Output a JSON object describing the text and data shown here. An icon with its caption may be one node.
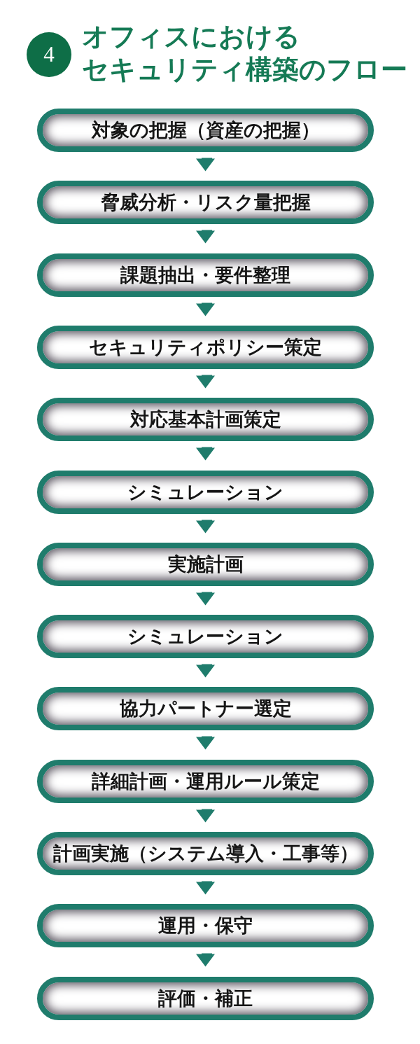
{
  "diagram": {
    "title": "オフィスにおけるセキュリティ構築のフロー",
    "nodes": [
      {
        "text": [
          "4"
        ]
      },
      {
        "text": [
          "対象の把握（資産の把握）"
        ]
      },
      {
        "text": [
          "脅威分析・リスク量把握"
        ]
      },
      {
        "text": [
          "課題抽出・要件整理"
        ]
      },
      {
        "text": [
          "セキュリティポリシー策定"
        ]
      },
      {
        "text": [
          "対応基本計画策定"
        ]
      },
      {
        "text": [
          "シミュレーション"
        ]
      },
      {
        "text": [
          "実施計画"
        ]
      },
      {
        "text": [
          "シミュレーション"
        ]
      },
      {
        "text": [
          "協力パートナー選定"
        ]
      },
      {
        "text": [
          "詳細計画・運用ルール策定"
        ]
      },
      {
        "text": [
          "計画実施（システム導入・工事等）"
        ]
      },
      {
        "text": [
          "運用・保守"
        ]
      },
      {
        "text": [
          "評価・補正"
        ]
      }
    ],
    "edges": [
      {
        "from": 1,
        "to": 2,
        "arrow": "to"
      },
      {
        "from": 2,
        "to": 3,
        "arrow": "to"
      },
      {
        "from": 3,
        "to": 4,
        "arrow": "to"
      },
      {
        "from": 4,
        "to": 5,
        "arrow": "to"
      },
      {
        "from": 5,
        "to": 6,
        "arrow": "to"
      },
      {
        "from": 6,
        "to": 7,
        "arrow": "to"
      },
      {
        "from": 7,
        "to": 8,
        "arrow": "to"
      },
      {
        "from": 8,
        "to": 9,
        "arrow": "to"
      },
      {
        "from": 9,
        "to": 10,
        "arrow": "to"
      },
      {
        "from": 10,
        "to": 11,
        "arrow": "to"
      },
      {
        "from": 11,
        "to": 12,
        "arrow": "to"
      },
      {
        "from": 12,
        "to": 13,
        "arrow": "to"
      }
    ]
  }
}
